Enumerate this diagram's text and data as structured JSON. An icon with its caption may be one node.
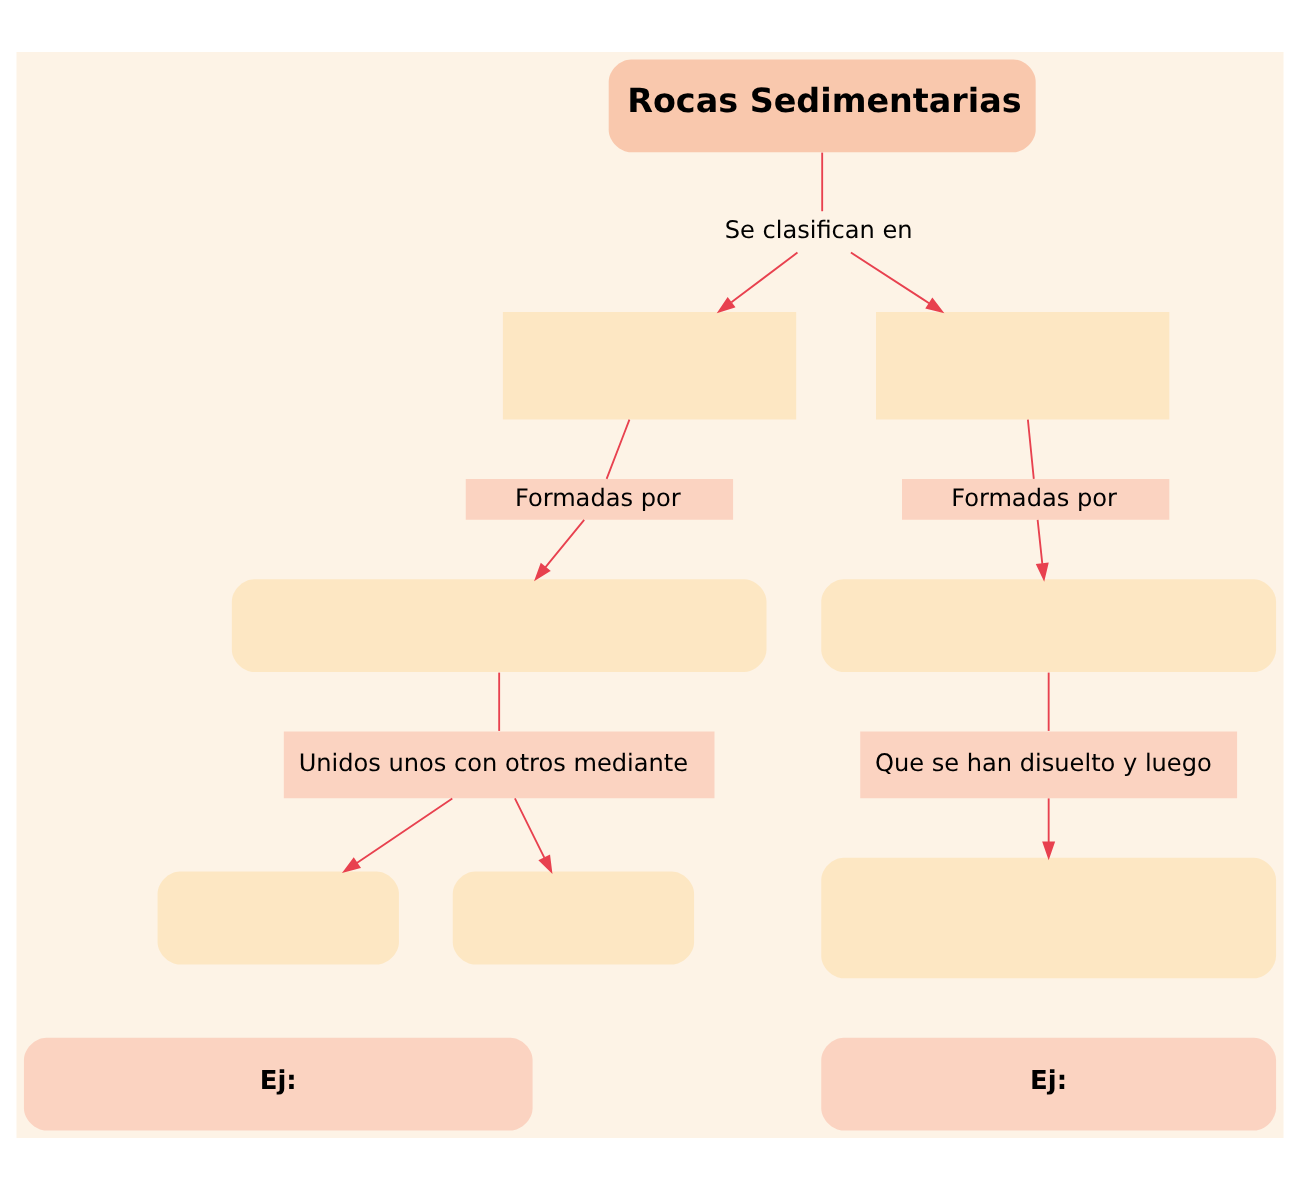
{
  "diagram": {
    "nodes": [
      {
        "text": [
          "Rocas Sedimentarias"
        ]
      },
      {
        "text": [
          "Se clasifican en"
        ]
      },
      {
        "text": [],
        "shape": "box"
      },
      {
        "text": [],
        "shape": "box"
      },
      {
        "text": [
          "Formadas por"
        ]
      },
      {
        "text": [
          "Formadas por"
        ]
      },
      {
        "text": [],
        "shape": "box"
      },
      {
        "text": [],
        "shape": "box"
      },
      {
        "text": [
          "Unidos unos con otros mediante"
        ]
      },
      {
        "text": [
          "Que se han disuelto y luego"
        ]
      },
      {
        "text": [],
        "shape": "box"
      },
      {
        "text": [],
        "shape": "box"
      },
      {
        "text": [],
        "shape": "box"
      },
      {
        "text": [
          "Ej:"
        ]
      },
      {
        "text": [
          "Ej:"
        ]
      }
    ],
    "edges": [
      {
        "from": 0,
        "to": 1,
        "arrow": "none"
      },
      {
        "from": 1,
        "to": 2,
        "arrow": "to"
      },
      {
        "from": 1,
        "to": 3,
        "arrow": "to"
      },
      {
        "from": 2,
        "to": 4,
        "arrow": "none"
      },
      {
        "from": 4,
        "to": 6,
        "arrow": "to"
      },
      {
        "from": 3,
        "to": 5,
        "arrow": "none"
      },
      {
        "from": 5,
        "to": 7,
        "arrow": "to"
      },
      {
        "from": 6,
        "to": 8,
        "arrow": "none"
      },
      {
        "from": 8,
        "to": 10,
        "arrow": "to"
      },
      {
        "from": 8,
        "to": 11,
        "arrow": "to"
      },
      {
        "from": 7,
        "to": 9,
        "arrow": "none"
      },
      {
        "from": 9,
        "to": 12,
        "arrow": "to"
      }
    ]
  }
}
